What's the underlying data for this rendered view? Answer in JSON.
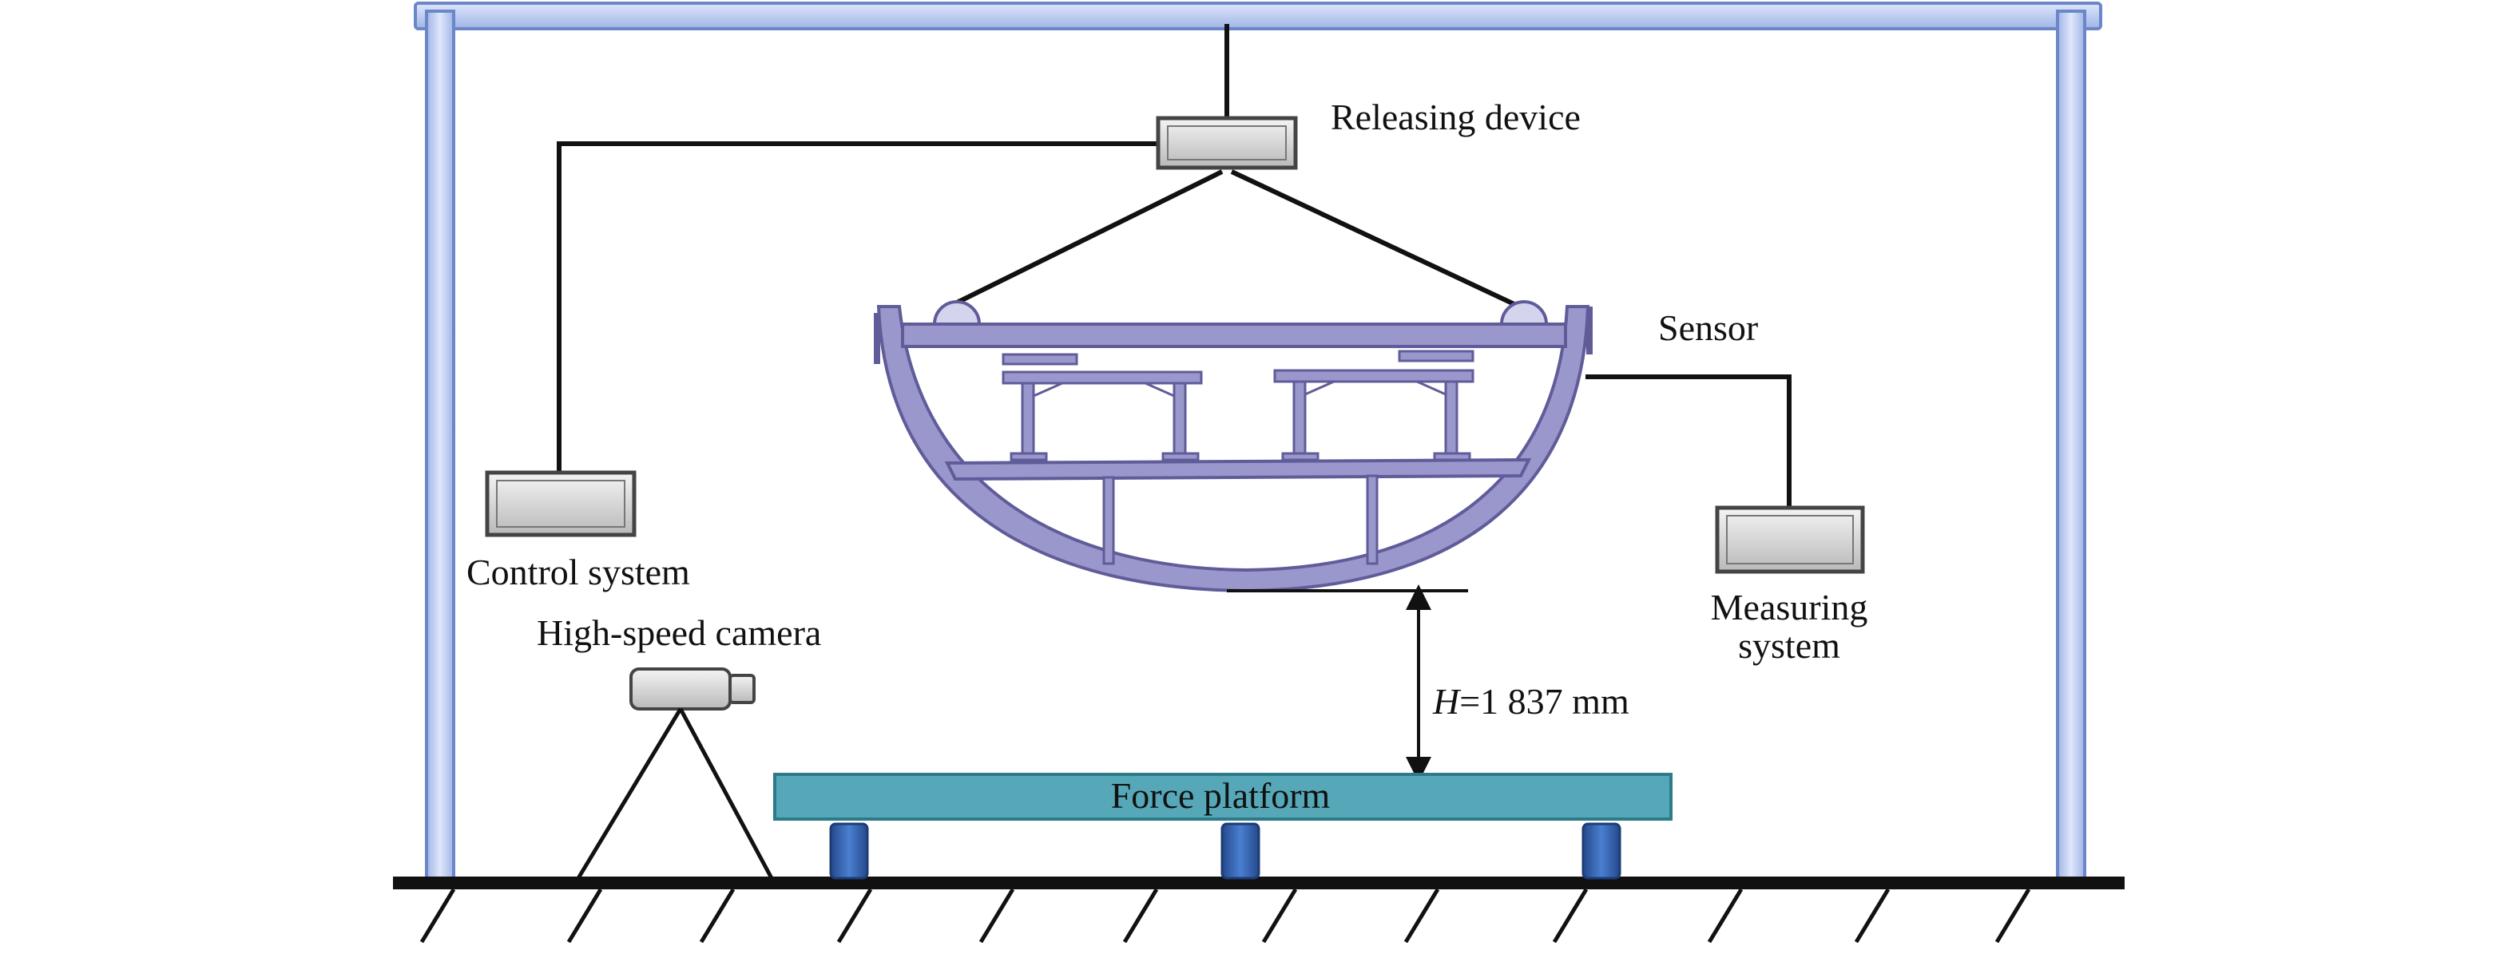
{
  "labels": {
    "releasing_device": "Releasing device",
    "sensor": "Sensor",
    "control_system": "Control system",
    "high_speed_camera": "High-speed camera",
    "measuring_system_line1": "Measuring",
    "measuring_system_line2": "system",
    "force_platform": "Force platform",
    "height_symbol": "H",
    "height_value": "=1 837 mm"
  },
  "colors": {
    "frame_fill": "#b7c8ef",
    "frame_stroke": "#6b86c9",
    "hull_fill": "#9a97cc",
    "hull_stroke": "#5f5c99",
    "device_fill": "#d9d9d9",
    "device_stroke": "#555555",
    "platform_fill": "#56a8b8",
    "platform_stroke": "#2d7a8a",
    "support_fill": "#2f5fae",
    "line": "#111111"
  }
}
